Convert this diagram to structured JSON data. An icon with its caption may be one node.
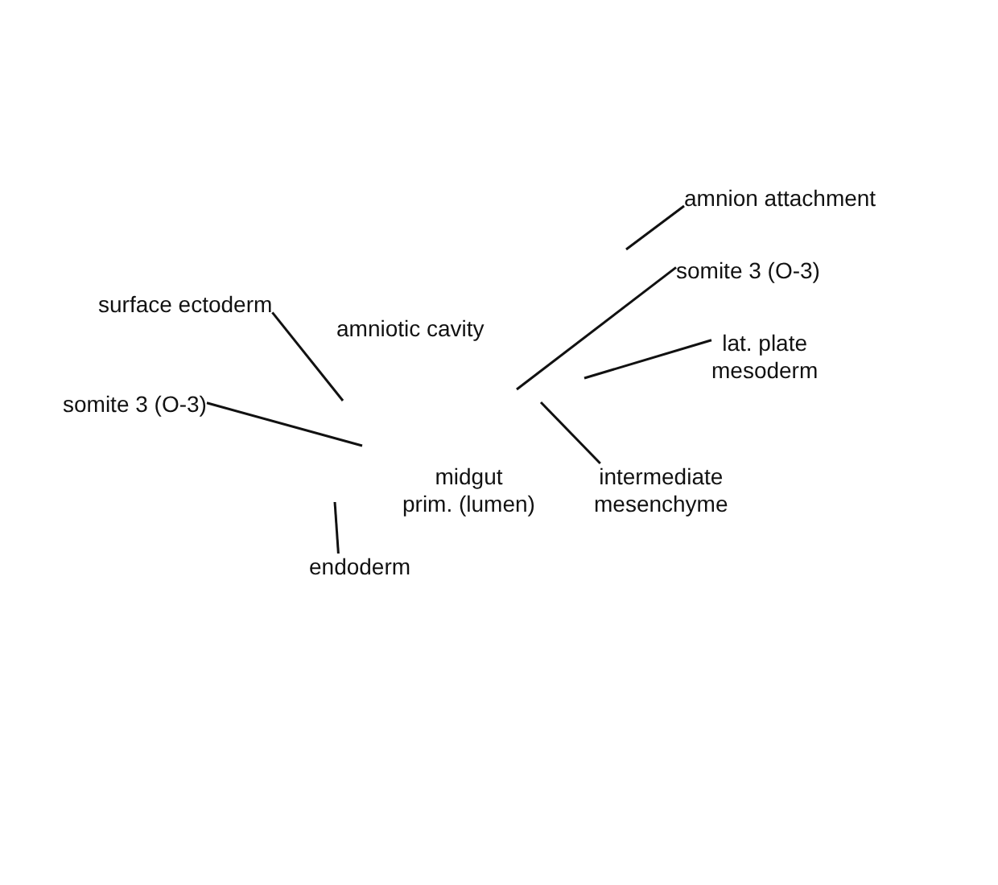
{
  "diagram": {
    "nodes": [
      {
        "text": [
          "amnion attachment"
        ]
      },
      {
        "text": [
          "somite 3 (O-3)"
        ]
      },
      {
        "text": [
          "surface ectoderm"
        ]
      },
      {
        "text": [
          "lat. plate mesoderm"
        ]
      },
      {
        "text": [
          "somite 3 (O-3)"
        ]
      },
      {
        "text": [
          "intermediate mesenchyme"
        ]
      },
      {
        "text": [
          "endoderm"
        ]
      }
    ],
    "edges": [
      {
        "from": 0,
        "to": null,
        "arrow": "none"
      },
      {
        "from": 1,
        "to": null,
        "arrow": "none"
      },
      {
        "from": 2,
        "to": null,
        "arrow": "none"
      },
      {
        "from": 3,
        "to": null,
        "arrow": "none"
      },
      {
        "from": 4,
        "to": null,
        "arrow": "none"
      },
      {
        "from": 5,
        "to": null,
        "arrow": "none"
      },
      {
        "from": 6,
        "to": null,
        "arrow": "none"
      }
    ],
    "labels": [
      "amniotic cavity",
      "midgut prim. (lumen)"
    ]
  }
}
